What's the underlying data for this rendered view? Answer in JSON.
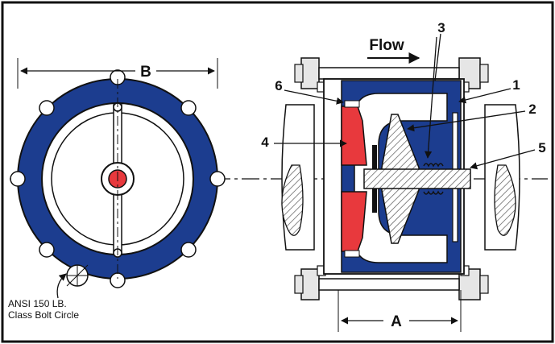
{
  "labels": {
    "dim_b": "B",
    "dim_a": "A",
    "flow": "Flow",
    "bolt_circle_line1": "ANSI 150 LB.",
    "bolt_circle_line2": "Class Bolt Circle",
    "callout_1": "1",
    "callout_2": "2",
    "callout_3": "3",
    "callout_4": "4",
    "callout_5": "5",
    "callout_6": "6"
  },
  "colors": {
    "body_blue": "#1c3d8f",
    "seat_red": "#e8393d",
    "outline": "#111111",
    "hatch_gray": "#bdbdbd",
    "flange_gray": "#d9d9d9",
    "background": "#ffffff"
  }
}
